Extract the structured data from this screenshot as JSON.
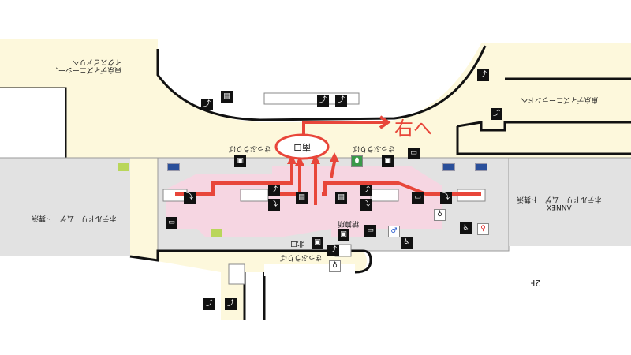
{
  "map": {
    "floor": "2F",
    "annotation": "右へ",
    "colors": {
      "route": "#e8463a",
      "concourse": "#f6d6e2",
      "plaza": "#fdf8dc",
      "building": "#e2e2e2"
    },
    "labels": {
      "south_exit": "南口",
      "north_exit": "北口",
      "ticket_office_1": "きっぷうりば",
      "ticket_office_2": "きっぷうりば",
      "ticket_office_3": "きっぷうりば",
      "fare_adjustment": "精算所",
      "to_tds_line1": "東京ディズニーシー、",
      "to_tds_line2": "イクスピアリへ",
      "to_tdl": "東京ディズニーランドへ",
      "hotel_left": "ホテルドリームゲート舞浜",
      "hotel_annex_name": "ANNEX",
      "hotel_annex": "ホテルドリームゲート舞浜"
    },
    "icons": [
      "stairs-icon",
      "elevator-icon",
      "escalator-icon",
      "ticket-machine-icon",
      "atm-icon",
      "restroom-icon",
      "accessible-restroom-icon",
      "coin-locker-icon",
      "nursery-icon",
      "shop-icon"
    ]
  }
}
